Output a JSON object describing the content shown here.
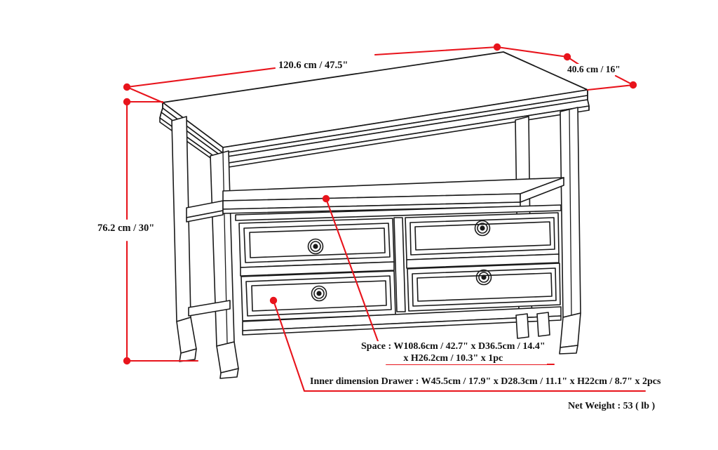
{
  "diagram": {
    "title": "Console table dimension diagram",
    "product": "four-drawer console / sofa table with open shelf",
    "colors": {
      "line": "#1a1a1a",
      "annotation": "#e8141c",
      "background": "#ffffff",
      "text": "#111111"
    }
  },
  "dimensions": {
    "width": "120.6 cm / 47.5\"",
    "depth": "40.6 cm / 16\"",
    "height": "76.2 cm / 30\""
  },
  "notes": {
    "space_line1": "Space : W108.6cm / 42.7\" x D36.5cm / 14.4\"",
    "space_line2": "x H26.2cm / 10.3\" x 1pc",
    "drawer": "Inner dimension Drawer : W45.5cm / 17.9\" x D28.3cm / 11.1\" x H22cm / 8.7\" x 2pcs",
    "net_weight": "Net Weight :  53 ( lb )"
  }
}
